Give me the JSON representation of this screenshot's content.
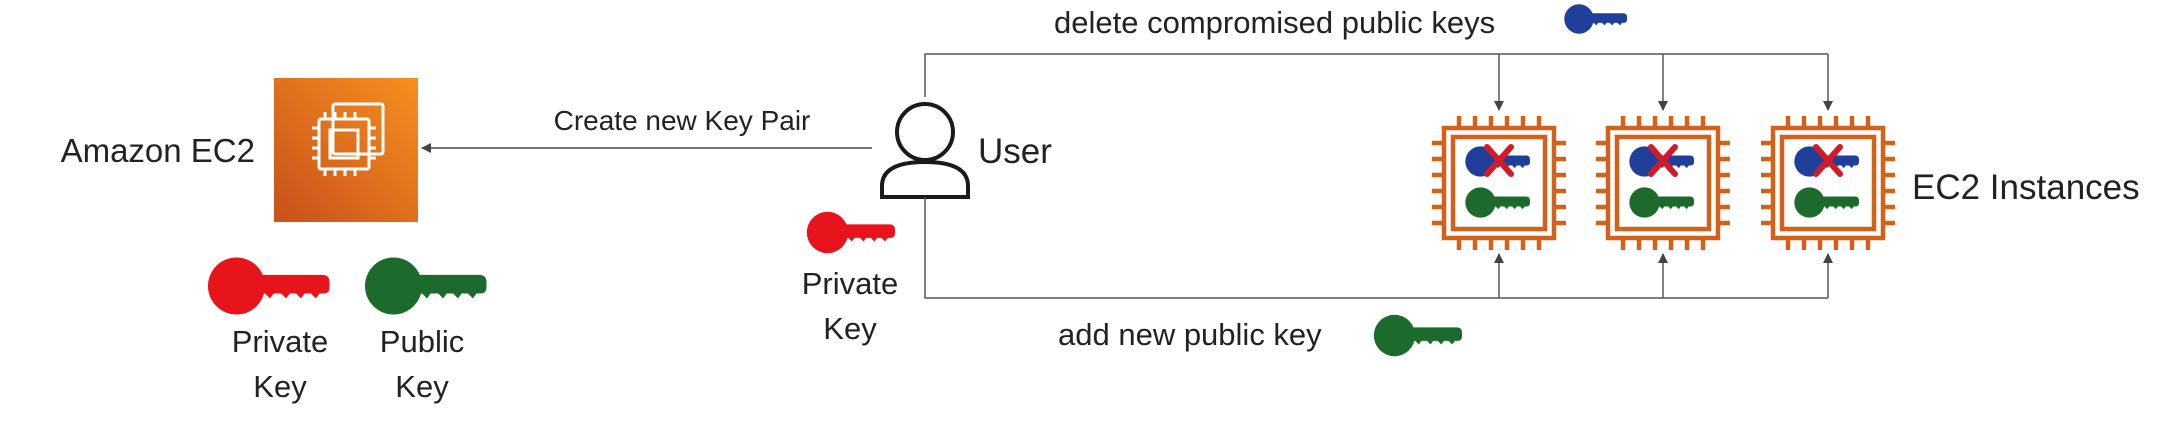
{
  "service": {
    "name": "Amazon EC2"
  },
  "keys_legend": {
    "private_line1": "Private",
    "private_line2": "Key",
    "public_line1": "Public",
    "public_line2": "Key"
  },
  "user": {
    "label": "User",
    "private_line1": "Private",
    "private_line2": "Key"
  },
  "arrows": {
    "create_key_pair": "Create new Key Pair",
    "delete_keys": "delete compromised public keys",
    "add_key": "add new public key"
  },
  "instances": {
    "label": "EC2 Instances",
    "count": 3
  },
  "colors": {
    "aws_orange_light": "#F58F1D",
    "aws_orange_dark": "#D0571A",
    "chip_orange": "#D4611A",
    "private_key_red": "#E8141B",
    "public_key_green": "#1D6B2C",
    "compromised_key_blue": "#1F3F9A",
    "cross_red": "#D11A2A",
    "line_gray": "#555555"
  },
  "icons": {
    "service": "ec2-chip-icon",
    "user": "user-icon",
    "private_key": "key-icon",
    "public_key": "key-icon",
    "instance": "ec2-instance-chip-icon",
    "cross": "cross-icon"
  }
}
